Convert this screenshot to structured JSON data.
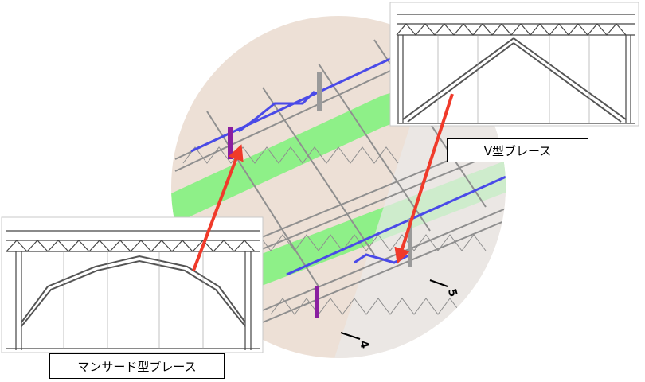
{
  "labels": {
    "v_brace": "V型ブレース",
    "mansard_brace": "マンサード型ブレース"
  },
  "axis_marks": {
    "a": "5",
    "b": "4"
  },
  "colors": {
    "arrow": "#f03a2a",
    "highlight_green": "#7cf27a",
    "brace_blue": "#4a4ae8",
    "column_purple": "#8a1fa0",
    "roof_floor": "#ede0d6",
    "steel_gray": "#8f8f8f"
  }
}
